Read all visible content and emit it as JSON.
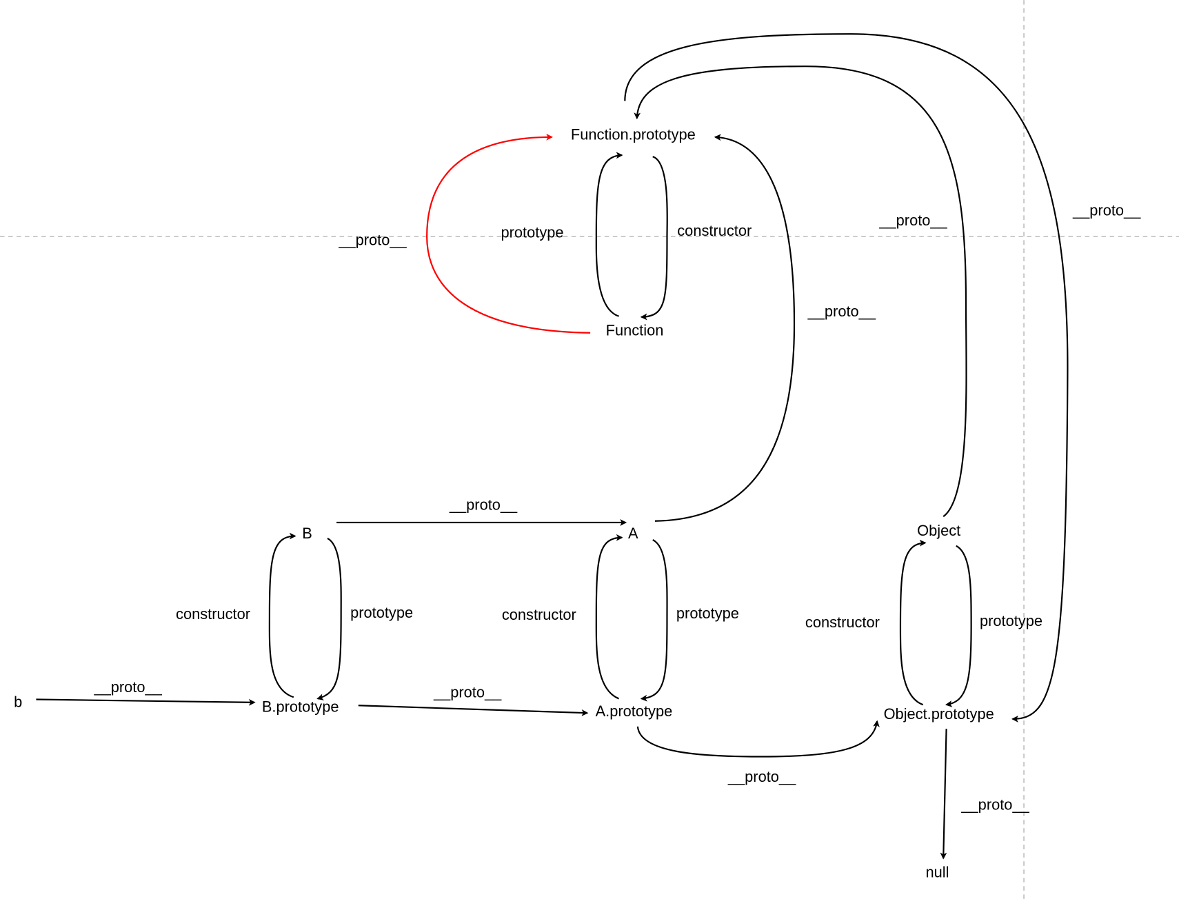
{
  "nodes": {
    "function_prototype": "Function.prototype",
    "function": "Function",
    "b_ctor": "B",
    "a_ctor": "A",
    "object": "Object",
    "b_instance": "b",
    "b_prototype": "B.prototype",
    "a_prototype": "A.prototype",
    "object_prototype": "Object.prototype",
    "null": "null"
  },
  "edge_labels": {
    "function_proto_red": "__proto__",
    "function_prototype": "prototype",
    "function_constructor": "constructor",
    "object_proto": "__proto__",
    "object_prototype_proto_fp": "__proto__",
    "a_proto": "__proto__",
    "b_to_a_proto": "__proto__",
    "b_constructor": "constructor",
    "b_prototype": "prototype",
    "a_constructor": "constructor",
    "a_prototype": "prototype",
    "object_constructor": "constructor",
    "object_prototype": "prototype",
    "b_instance_proto": "__proto__",
    "bproto_to_aproto": "__proto__",
    "aproto_to_objproto": "__proto__",
    "objproto_to_null": "__proto__"
  },
  "colors": {
    "highlight_edge": "#ff0000",
    "edge": "#000000",
    "guide": "#b3b3b3"
  }
}
